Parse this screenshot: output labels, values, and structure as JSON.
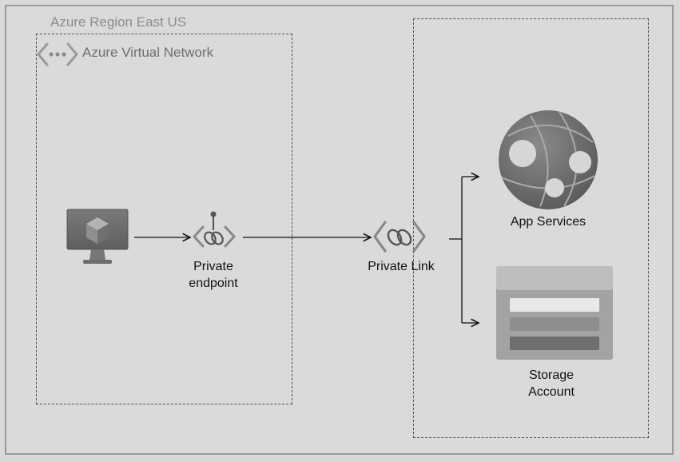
{
  "region": {
    "title": "Azure Region East US"
  },
  "vnet": {
    "title": "Azure Virtual Network"
  },
  "nodes": {
    "vm": {
      "icon": "virtual-machine-icon"
    },
    "private_endpoint": {
      "label_line1": "Private",
      "label_line2": "endpoint",
      "icon": "private-endpoint-icon"
    },
    "private_link": {
      "label": "Private Link",
      "icon": "private-link-icon"
    },
    "app_services": {
      "label": "App Services",
      "icon": "app-services-icon"
    },
    "storage_account": {
      "label_line1": "Storage",
      "label_line2": "Account",
      "icon": "storage-account-icon"
    }
  },
  "colors": {
    "frame_border": "#9a9a9a",
    "dashed_border": "#555555",
    "background": "#d9d9d9"
  }
}
